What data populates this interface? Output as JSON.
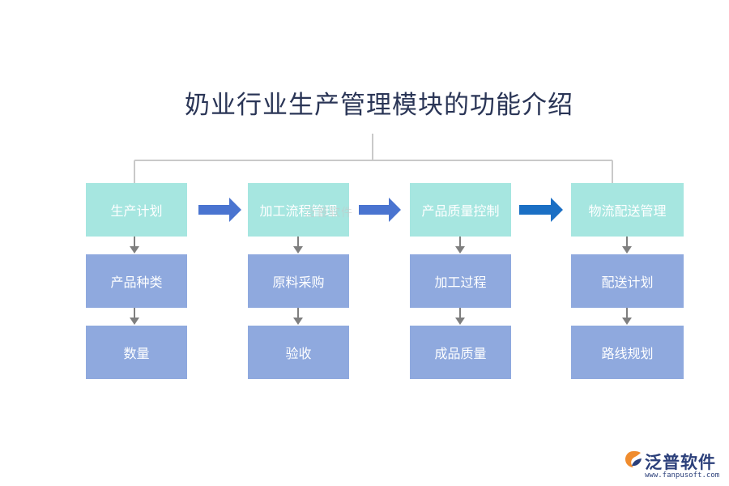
{
  "title": "奶业行业生产管理模块的功能介绍",
  "columns": [
    {
      "head": "生产计划",
      "items": [
        "产品种类",
        "数量"
      ]
    },
    {
      "head": "加工流程管理",
      "items": [
        "原料采购",
        "验收"
      ]
    },
    {
      "head": "产品质量控制",
      "items": [
        "加工过程",
        "成品质量"
      ]
    },
    {
      "head": "物流配送管理",
      "items": [
        "配送计划",
        "路线规划"
      ]
    }
  ],
  "watermark": "泛普软件",
  "logo": {
    "name": "泛普软件",
    "url": "www.fanpusoft.com"
  },
  "colors": {
    "head_box": "#a6e6e0",
    "sub_box": "#8fa9de",
    "arrow_blue": "#4a74d0",
    "arrow_blue_dark": "#1b6fc4",
    "connector": "#c9c9c9",
    "down_arrow": "#7f7f7f",
    "title_text": "#2a3556"
  }
}
